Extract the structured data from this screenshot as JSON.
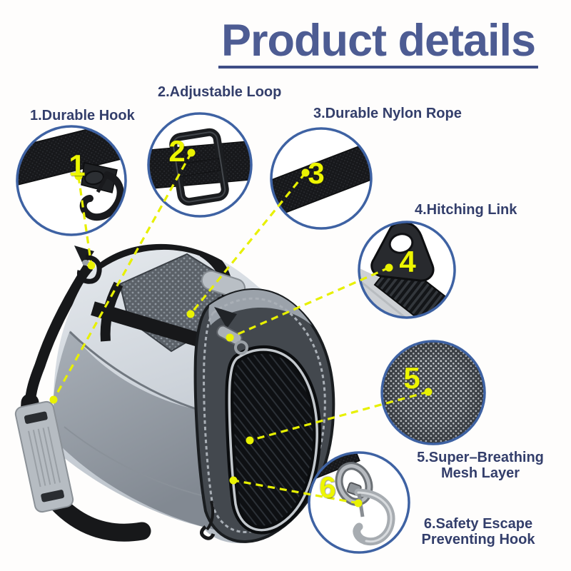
{
  "title": "Product details",
  "callouts": {
    "c1": {
      "number": "1",
      "label": "1.Durable Hook"
    },
    "c2": {
      "number": "2",
      "label": "2.Adjustable Loop"
    },
    "c3": {
      "number": "3",
      "label": "3.Durable Nylon Rope"
    },
    "c4": {
      "number": "4",
      "label": "4.Hitching Link"
    },
    "c5": {
      "number": "5",
      "line1": "5.Super–Breathing",
      "line2": "Mesh Layer"
    },
    "c6": {
      "number": "6",
      "line1": "6.Safety Escape",
      "line2": "Preventing Hook"
    }
  },
  "colors": {
    "title_navy": "#4d5c93",
    "label_navy": "#333e6b",
    "circle_border_blue": "#3e62a3",
    "highlight_yellow": "#e7f000",
    "bag_light_gray": "#cdd3da",
    "bag_pocket_gray": "#8d949c",
    "strap_black": "#17181a",
    "metal_silver": "#a9aeb3"
  }
}
